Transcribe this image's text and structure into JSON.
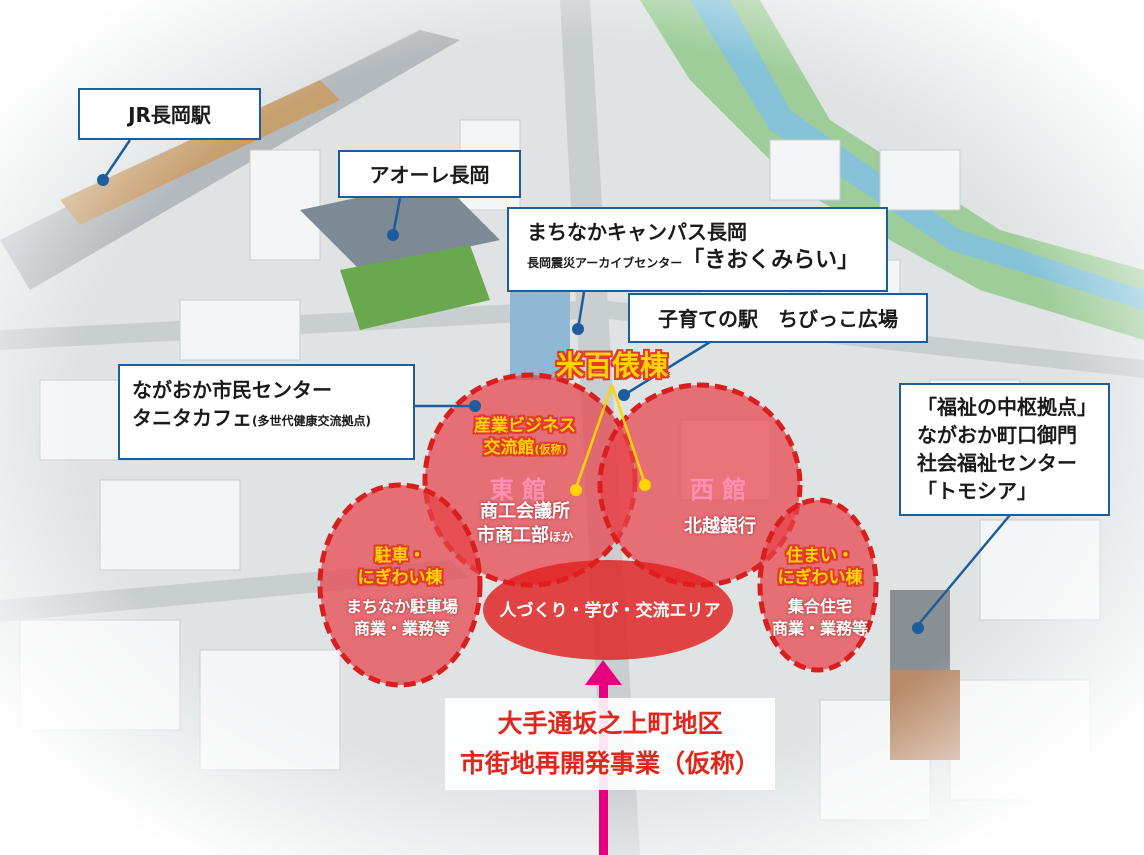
{
  "labels": {
    "jr_station": "JR長岡駅",
    "aore": "アオーレ長岡",
    "campus_line1": "まちなかキャンパス長岡",
    "campus_line2_small": "長岡震災アーカイブセンター",
    "campus_line2_big": "「きおくみらい」",
    "kids_station": "子育ての駅　ちびっこ広場",
    "civic_line1": "ながおか市民センター",
    "civic_line2": "タニタカフェ",
    "civic_line2_small": "(多世代健康交流拠点)",
    "welfare_line1": "「福祉の中枢拠点」",
    "welfare_line2": "ながおか町口御門",
    "welfare_line3": "社会福祉センター",
    "welfare_line4": "「トモシア」"
  },
  "zones": {
    "yonehyappyo": "米百俵棟",
    "sangyo_line1": "産業ビジネス",
    "sangyo_line2": "交流館",
    "sangyo_small": "(仮称)",
    "east_title": "東 館",
    "east_line1": "商工会議所",
    "east_line2": "市商工部",
    "east_line2_small": "ほか",
    "west_title": "西 館",
    "west_line1": "北越銀行",
    "parking_title1": "駐車・",
    "parking_title2": "にぎわい棟",
    "parking_line1": "まちなか駐車場",
    "parking_line2": "商業・業務等",
    "housing_title1": "住まい・",
    "housing_title2": "にぎわい棟",
    "housing_line1": "集合住宅",
    "housing_line2": "商業・業務等",
    "center_area": "人づくり・学び・交流エリア"
  },
  "project_title": {
    "line1": "大手通坂之上町地区",
    "line2": "市街地再開発事業（仮称）"
  },
  "colors": {
    "callout_border": "#1d5d9b",
    "zone_fill": "#e8424a",
    "zone_dash": "#d81e1e",
    "arrow": "#e6007e",
    "title_red": "#e1261c",
    "accent_yellow": "#ffd400"
  }
}
